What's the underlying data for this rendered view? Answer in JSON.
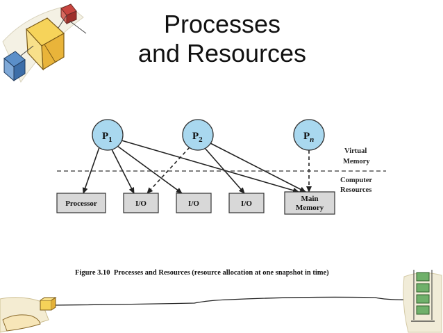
{
  "slide": {
    "title_line1": "Processes",
    "title_line2": "and Resources"
  },
  "figure": {
    "processes": [
      {
        "label": "P",
        "sub": "1",
        "italic_sub": false
      },
      {
        "label": "P",
        "sub": "2",
        "italic_sub": false
      },
      {
        "label": "P",
        "sub": "n",
        "italic_sub": true
      }
    ],
    "resources": [
      {
        "line1": "Processor",
        "line2": ""
      },
      {
        "line1": "I/O",
        "line2": ""
      },
      {
        "line1": "I/O",
        "line2": ""
      },
      {
        "line1": "I/O",
        "line2": ""
      },
      {
        "line1": "Main",
        "line2": "Memory"
      }
    ],
    "virtual_memory_label": [
      "Virtual",
      "Memory"
    ],
    "computer_resources_label": [
      "Computer",
      "Resources"
    ],
    "edges": [
      {
        "from": 0,
        "to": 0,
        "style": "solid"
      },
      {
        "from": 0,
        "to": 1,
        "style": "solid"
      },
      {
        "from": 0,
        "to": 2,
        "style": "solid"
      },
      {
        "from": 0,
        "to": 4,
        "style": "solid"
      },
      {
        "from": 1,
        "to": 1,
        "style": "dashed"
      },
      {
        "from": 1,
        "to": 3,
        "style": "solid"
      },
      {
        "from": 1,
        "to": 4,
        "style": "solid"
      },
      {
        "from": 2,
        "to": 4,
        "style": "dashed"
      }
    ],
    "caption_bold": "Figure 3.10",
    "caption_rest": "  Processes and Resources (resource allocation at one snapshot in time)"
  },
  "colors": {
    "process_fill": "#a9d8ef",
    "resource_fill": "#d8d8d8",
    "stroke": "#333333"
  },
  "decorations": {
    "top_left": "clipart-boxes-icon",
    "bottom_left": "clipart-hand-box-icon",
    "bottom_right": "clipart-stack-icon"
  }
}
